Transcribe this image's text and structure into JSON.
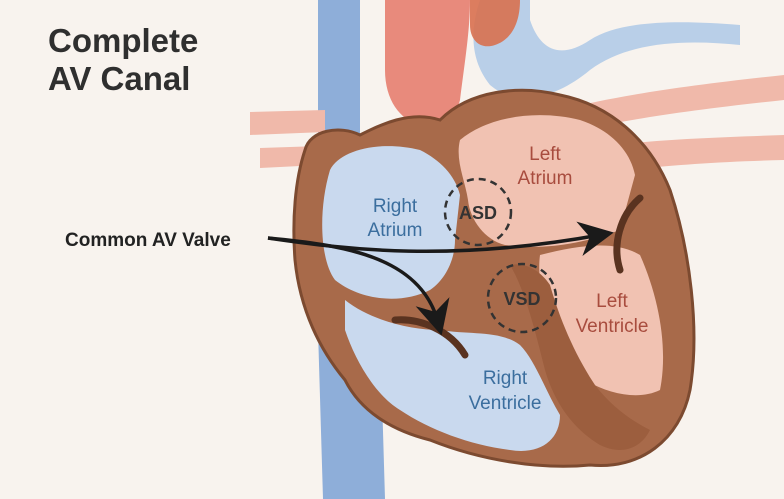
{
  "title": {
    "line1": "Complete",
    "line2": "AV Canal"
  },
  "callout": {
    "label": "Common AV Valve"
  },
  "chambers": {
    "right_atrium": {
      "line1": "Right",
      "line2": "Atrium"
    },
    "left_atrium": {
      "line1": "Left",
      "line2": "Atrium"
    },
    "right_ventricle": {
      "line1": "Right",
      "line2": "Ventricle"
    },
    "left_ventricle": {
      "line1": "Left",
      "line2": "Ventricle"
    }
  },
  "defects": {
    "asd": "ASD",
    "vsd": "VSD"
  },
  "colors": {
    "background": "#f8f3ee",
    "muscle": "#a86a4a",
    "muscle_dark": "#7c4a30",
    "deoxygenated_blood": "#c9d9ee",
    "oxygenated_blood": "#f1c2b2",
    "aorta": "#e88a7c",
    "vena_cava": "#8eaed9",
    "blue_label": "#3b6e9e",
    "red_label": "#a84c3e",
    "arrow": "#1a1a1a"
  }
}
